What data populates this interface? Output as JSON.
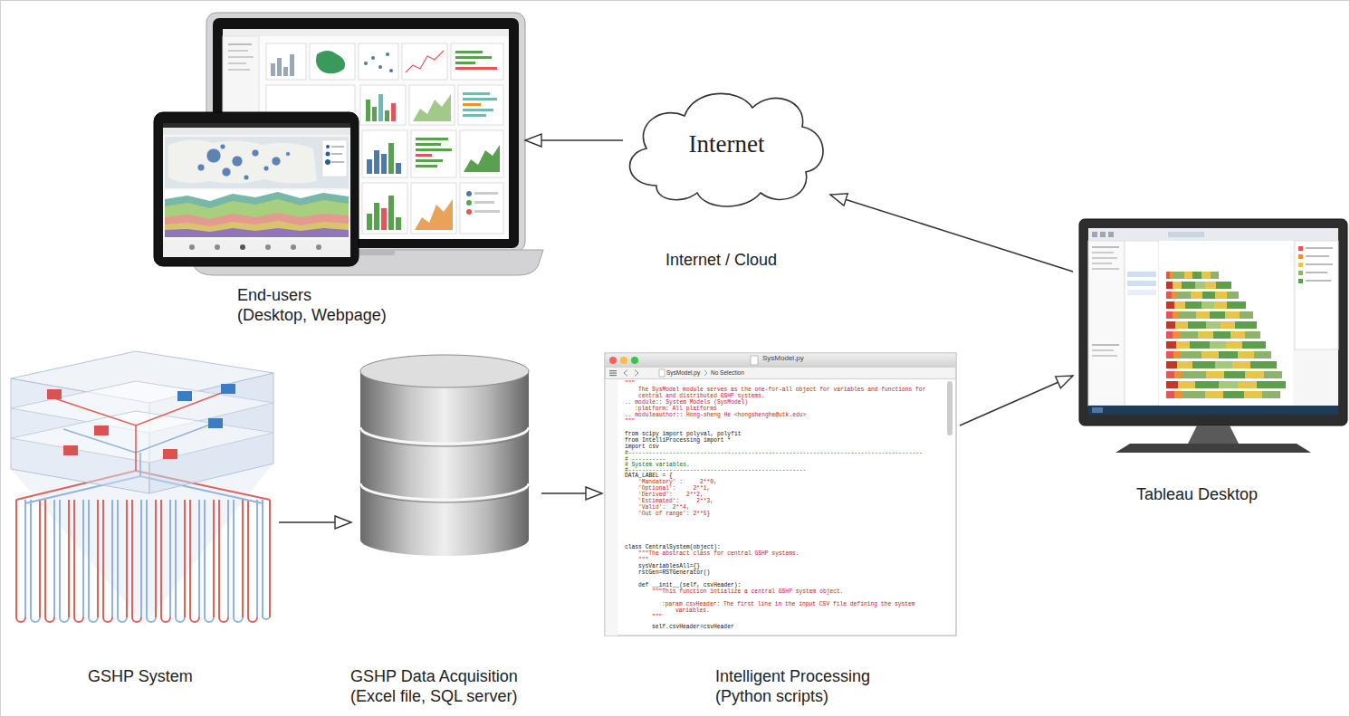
{
  "diagram": {
    "nodes": [
      {
        "text": [
          "End-users (Desktop, Webpage)"
        ]
      },
      {
        "text": [
          "Internet",
          "Internet / Cloud"
        ]
      },
      {
        "text": [
          "Tableau Desktop"
        ]
      },
      {
        "text": [
          "GSHP System"
        ]
      },
      {
        "text": [
          "GSHP Data Acquisition (Excel file, SQL server)"
        ]
      },
      {
        "text": [
          "Intelligent Processing (Python scripts)"
        ]
      }
    ],
    "edges": [
      {
        "from": 1,
        "to": 0,
        "arrow": "to"
      },
      {
        "from": 2,
        "to": 1,
        "arrow": "to"
      },
      {
        "from": 3,
        "to": 4,
        "arrow": "to"
      },
      {
        "from": 4,
        "to": 5,
        "arrow": "to"
      },
      {
        "from": 5,
        "to": 2,
        "arrow": "to"
      }
    ],
    "labels": [
      "SysModel.py",
      "SysModel.py",
      "No Selection",
      "\"\"\"",
      "The SysModel module serves as the one-for-all object for variables and functions for",
      "central and distributed GSHP systems.",
      ".. module:: System Models (SysModel)",
      ":platform: All platforms",
      ".. moduleauthor:: Hong-sheng He <hongshenghe@utk.edu>",
      "\"\"\"",
      "from scipy import polyval, polyfit",
      "from IntelliProcessing import *",
      "import csv",
      "#--------------------------------------------------------------------------------------",
      "# ----------",
      "# System variables.",
      "#----------------------------------------------------",
      "DATA_LABEL = {",
      "'Mandatory' :     2**0,",
      "'Optional':     2**1,",
      "'Derived':    2**2,",
      "'Estimated':     2**3,",
      "'Valid':  2**4,",
      "'Out of range': 2**5}",
      "class CentralSystem(object):",
      "\"\"\"The abstract class for central GSHP systems.",
      "\"\"\"",
      "sysVariablesAll={}",
      "rstGen=RSTGenerator()",
      "def __init__(self, csvHeader):",
      "\"\"\"This function intialize a central GSHP system object.",
      ":param csvHeader: The first line in the input CSV file defining the system",
      "variables.",
      "\"\"\"",
      "self.csvHeader=csvHeader"
    ]
  }
}
